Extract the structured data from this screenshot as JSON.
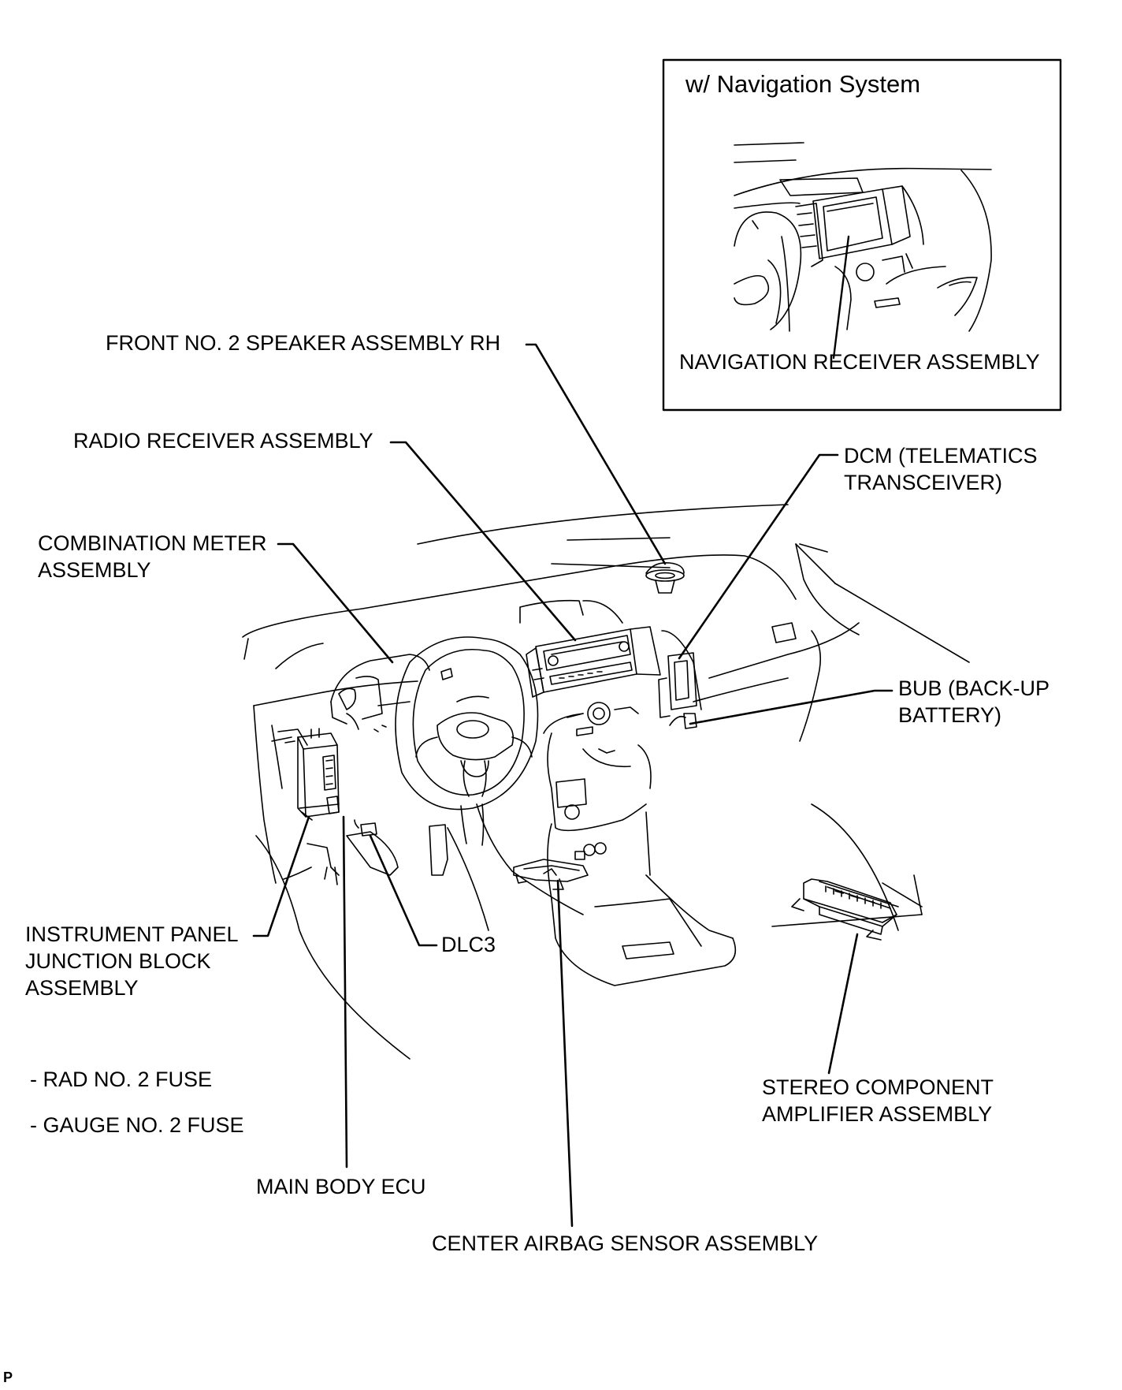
{
  "inset": {
    "title": "w/ Navigation System",
    "component": "NAVIGATION RECEIVER ASSEMBLY"
  },
  "labels": {
    "front_speaker": "FRONT NO. 2  SPEAKER ASSEMBLY RH",
    "radio_receiver": "RADIO RECEIVER ASSEMBLY",
    "combination_meter_1": "COMBINATION METER",
    "combination_meter_2": "ASSEMBLY",
    "dcm_1": "DCM (TELEMATICS",
    "dcm_2": "TRANSCEIVER)",
    "bub_1": "BUB (BACK-UP",
    "bub_2": "BATTERY)",
    "junction_block_1": "INSTRUMENT PANEL",
    "junction_block_2": "JUNCTION BLOCK",
    "junction_block_3": "ASSEMBLY",
    "dlc3": "DLC3",
    "fuse_rad": "- RAD NO. 2 FUSE",
    "fuse_gauge": "- GAUGE NO. 2 FUSE",
    "main_body_ecu": "MAIN BODY ECU",
    "center_airbag": "CENTER AIRBAG SENSOR ASSEMBLY",
    "amplifier_1": "STEREO COMPONENT",
    "amplifier_2": "AMPLIFIER ASSEMBLY"
  },
  "figure_id": "P"
}
